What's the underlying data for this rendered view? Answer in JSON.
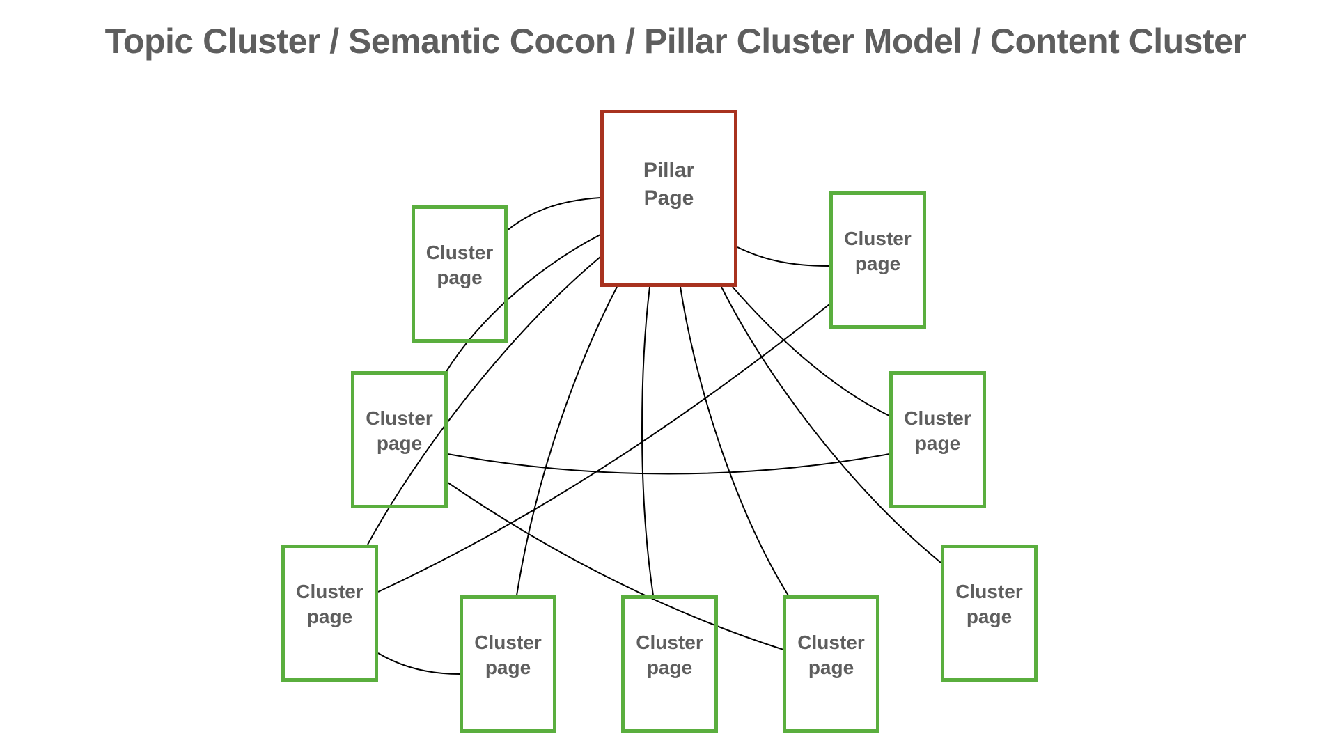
{
  "title": "Topic Cluster / Semantic Cocon / Pillar Cluster Model / Content Cluster",
  "colors": {
    "pillar_border": "#a8321f",
    "cluster_border": "#5aae3e",
    "text": "#5e5e5e",
    "link": "#000000"
  },
  "pillar": {
    "label": "Pillar\nPage"
  },
  "clusters": [
    {
      "id": "c1",
      "label": "Cluster\npage"
    },
    {
      "id": "c2",
      "label": "Cluster\npage"
    },
    {
      "id": "c3",
      "label": "Cluster\npage"
    },
    {
      "id": "c4",
      "label": "Cluster\npage"
    },
    {
      "id": "c5",
      "label": "Cluster\npage"
    },
    {
      "id": "c6",
      "label": "Cluster\npage"
    },
    {
      "id": "c7",
      "label": "Cluster\npage"
    },
    {
      "id": "c8",
      "label": "Cluster\npage"
    },
    {
      "id": "c9",
      "label": "Cluster\npage"
    }
  ],
  "links": [
    {
      "from": "pillar",
      "to": "c1"
    },
    {
      "from": "pillar",
      "to": "c2"
    },
    {
      "from": "pillar",
      "to": "c3"
    },
    {
      "from": "pillar",
      "to": "c4"
    },
    {
      "from": "pillar",
      "to": "c5"
    },
    {
      "from": "pillar",
      "to": "c6"
    },
    {
      "from": "pillar",
      "to": "c7"
    },
    {
      "from": "pillar",
      "to": "c8"
    },
    {
      "from": "pillar",
      "to": "c9"
    },
    {
      "from": "c3",
      "to": "c4"
    },
    {
      "from": "c3",
      "to": "c8"
    },
    {
      "from": "c5",
      "to": "c2"
    },
    {
      "from": "c5",
      "to": "c6"
    }
  ]
}
